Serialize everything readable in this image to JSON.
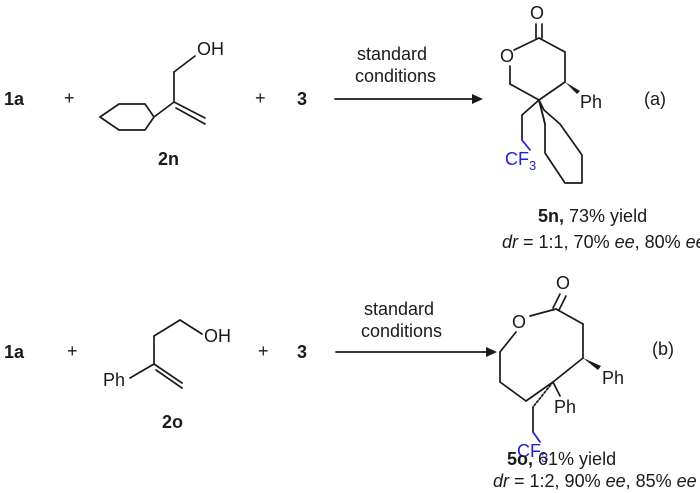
{
  "reaction_a": {
    "reactant1": "1a",
    "plus1": "+",
    "compound": "2n",
    "plus2": "+",
    "reactant3": "3",
    "oh": "OH",
    "arrow_line1": "standard",
    "arrow_line2": "conditions",
    "product_carbonyl_o": "O",
    "product_ring_o": "O",
    "ph": "Ph",
    "cf3_base": "CF",
    "cf3_sub": "3",
    "tag": "(a)",
    "product_label": "5n,",
    "yield_text": "73% yield",
    "dr_label": "dr",
    "dr_value": " = 1:1, 70% ",
    "ee1": "ee",
    "ee_sep": ", 80% ",
    "ee2": "ee"
  },
  "reaction_b": {
    "reactant1": "1a",
    "plus1": "+",
    "compound": "2o",
    "plus2": "+",
    "reactant3": "3",
    "oh": "OH",
    "ph_reactant": "Ph",
    "arrow_line1": "standard",
    "arrow_line2": "conditions",
    "product_carbonyl_o": "O",
    "product_ring_o": "O",
    "ph1": "Ph",
    "ph2": "Ph",
    "cf3_base": "CF",
    "cf3_sub": "3",
    "tag": "(b)",
    "product_label": "5o,",
    "yield_text": "61% yield",
    "dr_label": "dr",
    "dr_value": " = 1:2, 90% ",
    "ee1": "ee",
    "ee_sep": ", 85% ",
    "ee2": "ee"
  },
  "colors": {
    "ink": "#1a1a1a",
    "cf3": "#1f1fd6"
  }
}
